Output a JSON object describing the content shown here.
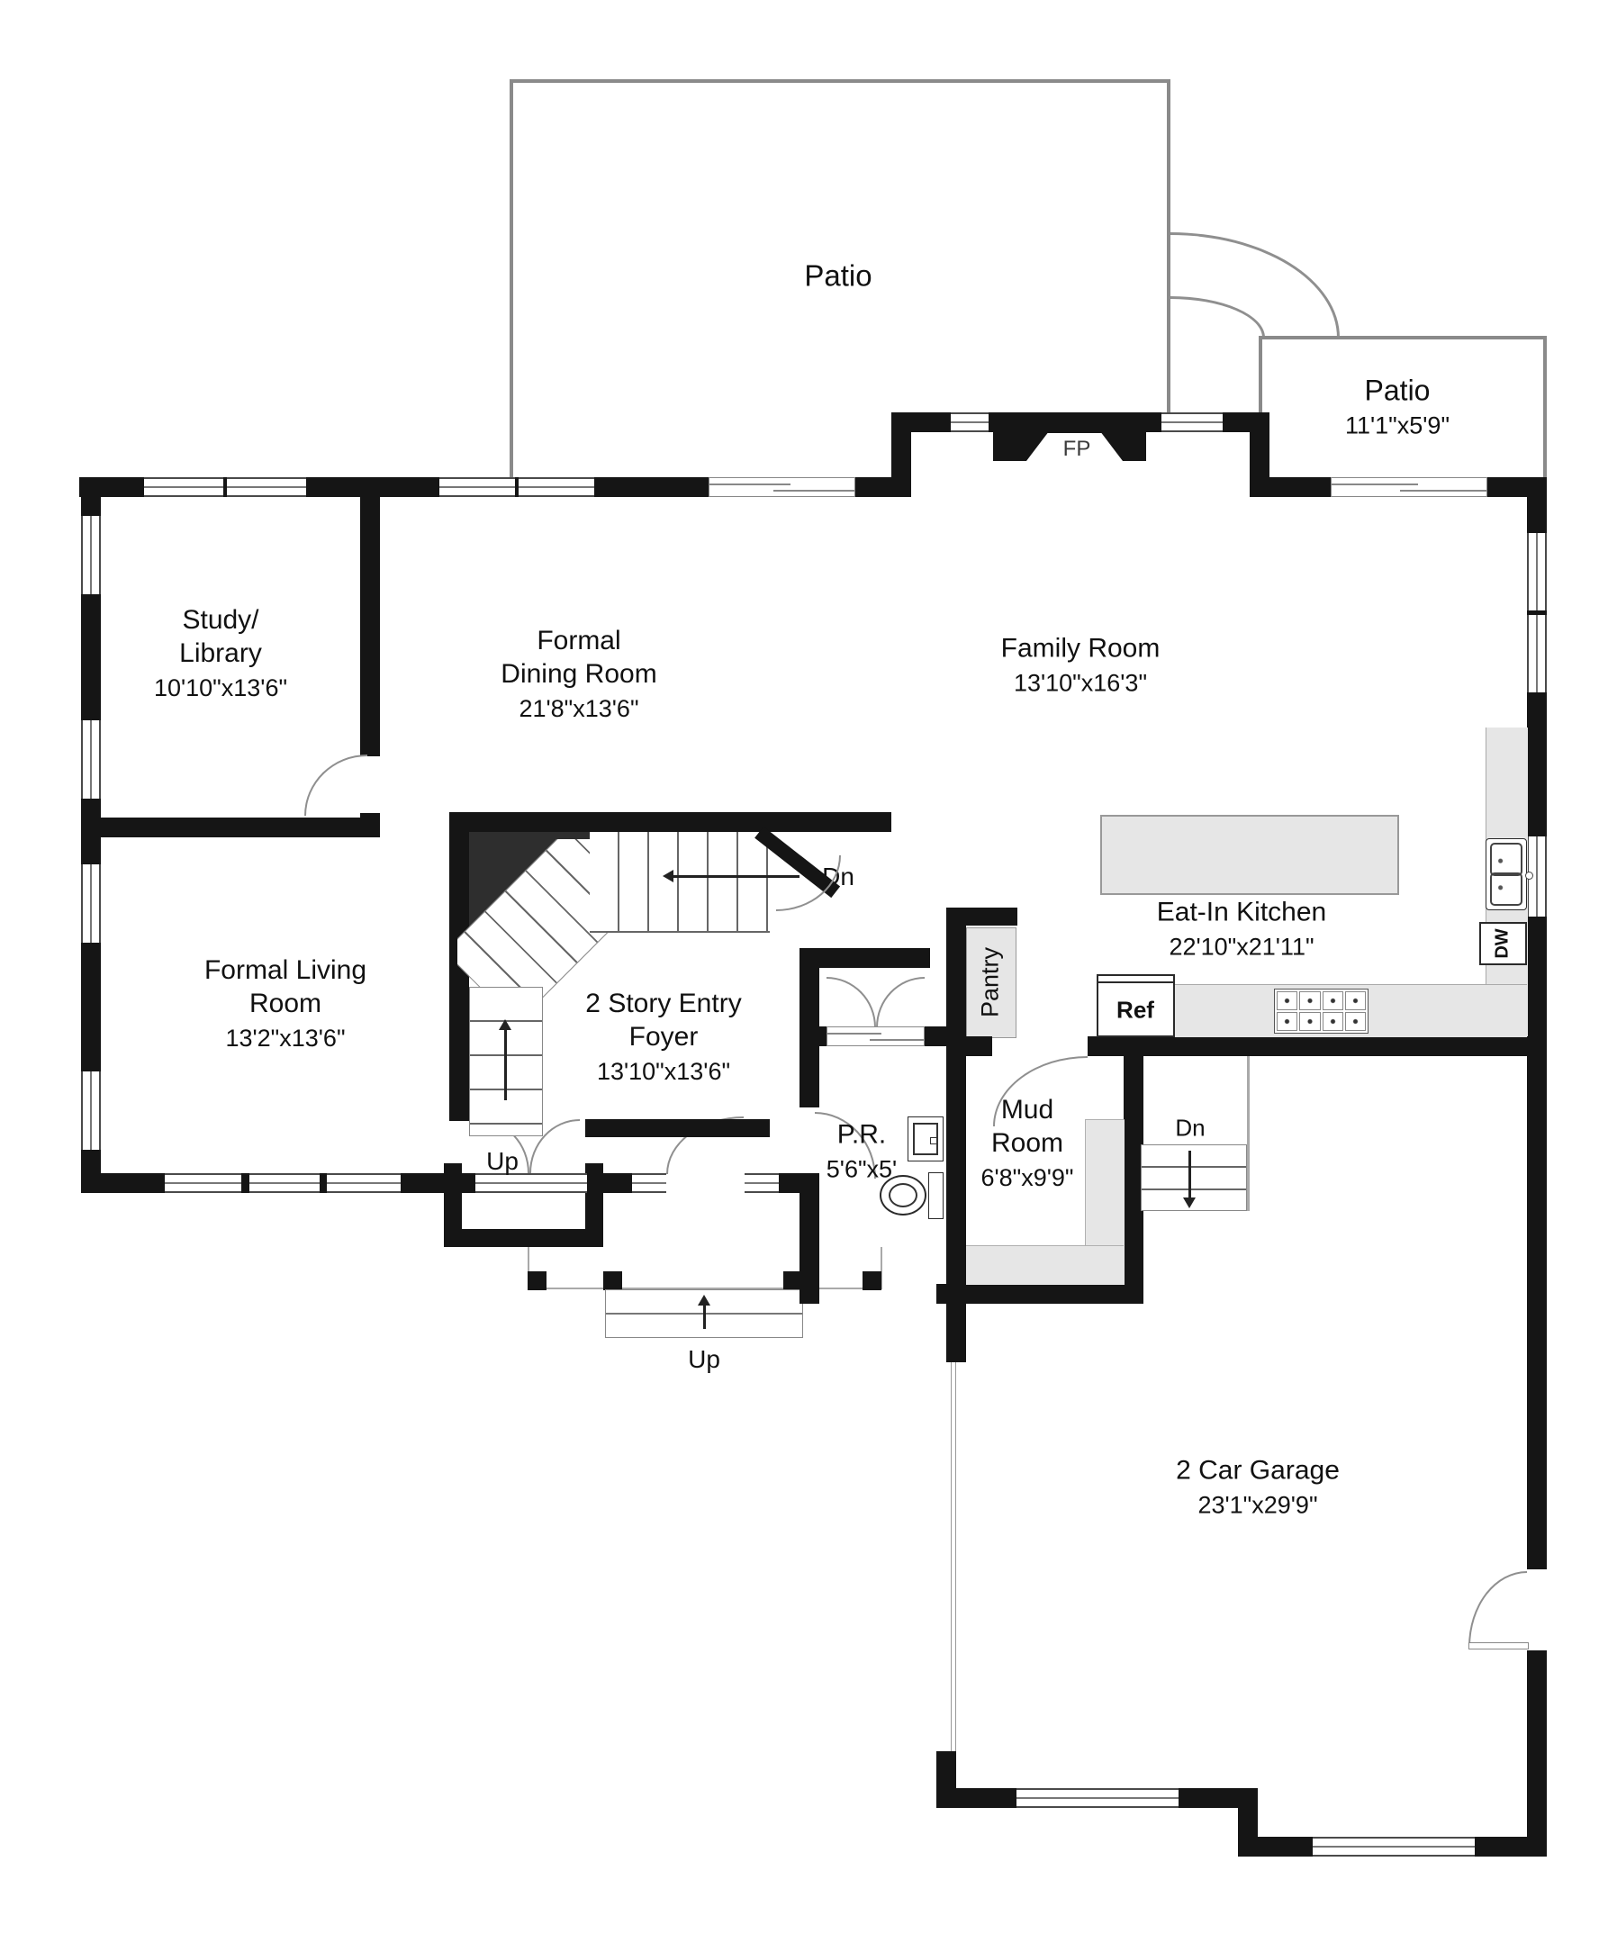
{
  "rooms": [
    {
      "id": "patio-main",
      "lines": [
        "Patio"
      ]
    },
    {
      "id": "patio-small",
      "lines": [
        "Patio",
        "11'1\"x5'9\""
      ]
    },
    {
      "id": "study",
      "lines": [
        "Study/",
        "Library",
        "10'10\"x13'6\""
      ]
    },
    {
      "id": "dining",
      "lines": [
        "Formal",
        "Dining Room",
        "21'8\"x13'6\""
      ]
    },
    {
      "id": "family",
      "lines": [
        "Family Room",
        "13'10\"x16'3\""
      ]
    },
    {
      "id": "kitchen",
      "lines": [
        "Eat-In Kitchen",
        "22'10\"x21'11\""
      ]
    },
    {
      "id": "living",
      "lines": [
        "Formal Living",
        "Room",
        "13'2\"x13'6\""
      ]
    },
    {
      "id": "foyer",
      "lines": [
        "2 Story Entry",
        "Foyer",
        "13'10\"x13'6\""
      ]
    },
    {
      "id": "powder",
      "lines": [
        "P.R.",
        "5'6\"x5'"
      ]
    },
    {
      "id": "mud",
      "lines": [
        "Mud",
        "Room",
        "6'8\"x9'9\""
      ]
    },
    {
      "id": "garage",
      "lines": [
        "2 Car Garage",
        "23'1\"x29'9\""
      ]
    }
  ],
  "fixtures": {
    "fireplace": "FP",
    "fridge": "Ref",
    "dishwasher": "DW",
    "pantry": "Pantry"
  },
  "stairs": {
    "main_down": "Dn",
    "main_up": "Up",
    "entry_up": "Up",
    "garage_down": "Dn"
  },
  "colors": {
    "wall": "#151515",
    "line": "#8a8a8a",
    "counter": "#e6e6e6",
    "floor": "#ffffff"
  }
}
